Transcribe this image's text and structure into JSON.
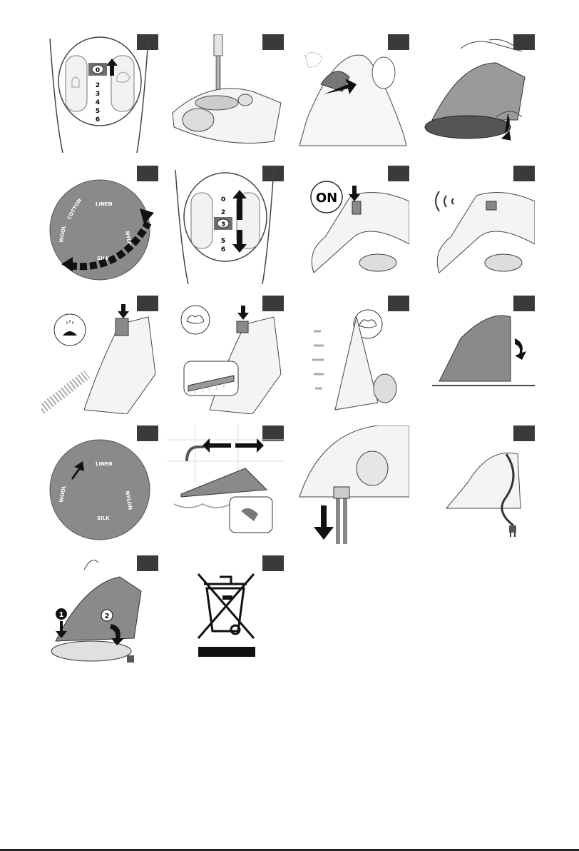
{
  "steady_steam_scale": {
    "numbers": [
      "0",
      "2",
      "3",
      "4",
      "5",
      "6"
    ],
    "highlight": "0"
  },
  "steady_steam_scale_b": {
    "numbers": [
      "0",
      "2",
      "3",
      "5",
      "6"
    ],
    "highlight": "3"
  },
  "dial": {
    "labels": [
      "LINEN",
      "COTTON",
      "NYLON",
      "SILK",
      "WOOL"
    ]
  },
  "on_label": "ON",
  "step_numbers": [
    "1",
    "2"
  ],
  "colors": {
    "dark": "#3a3a3a",
    "mid": "#8a8a8a",
    "light": "#d9d9d9",
    "line": "#444444"
  }
}
